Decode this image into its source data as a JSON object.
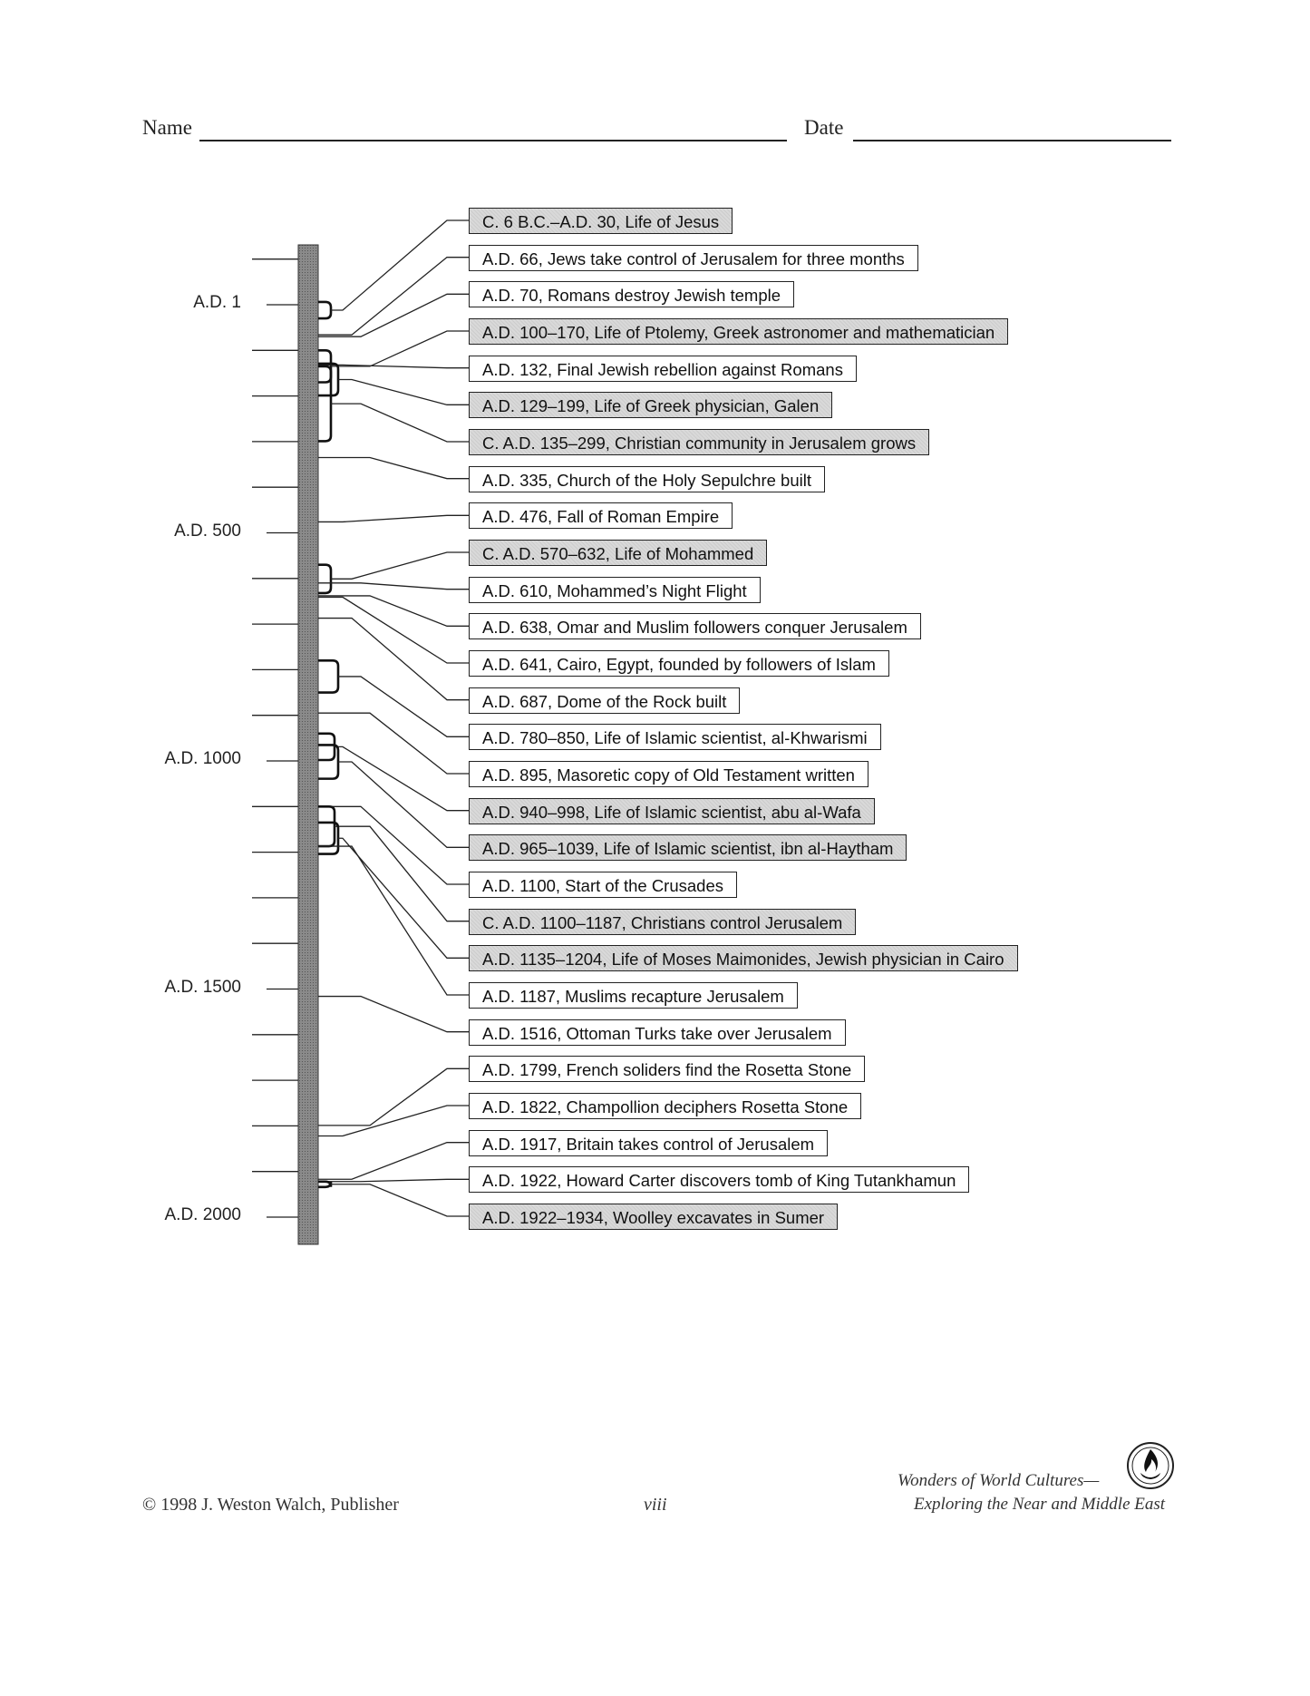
{
  "header": {
    "name_label": "Name",
    "date_label": "Date"
  },
  "axis": {
    "labels": [
      "A.D. 1",
      "A.D. 500",
      "A.D. 1000",
      "A.D. 1500",
      "A.D. 2000"
    ],
    "label_years": [
      0,
      500,
      1000,
      1500,
      2000
    ],
    "range": [
      -100,
      2050
    ],
    "tick_interval_years": 100
  },
  "events": [
    {
      "label": "C. 6 B.C.–A.D. 30, Life of Jesus",
      "shaded": true,
      "from": -6,
      "to": 30
    },
    {
      "label": "A.D. 66, Jews take control of Jerusalem for three months",
      "shaded": false,
      "from": 66
    },
    {
      "label": "A.D. 70, Romans destroy Jewish temple",
      "shaded": false,
      "from": 70
    },
    {
      "label": "A.D. 100–170, Life of Ptolemy, Greek astronomer and mathematician",
      "shaded": true,
      "from": 100,
      "to": 170
    },
    {
      "label": "A.D. 132, Final Jewish rebellion against Romans",
      "shaded": false,
      "from": 132
    },
    {
      "label": "A.D. 129–199, Life of Greek physician, Galen",
      "shaded": true,
      "from": 129,
      "to": 199
    },
    {
      "label": "C. A.D. 135–299, Christian community in Jerusalem grows",
      "shaded": true,
      "from": 135,
      "to": 299
    },
    {
      "label": "A.D. 335, Church of the Holy Sepulchre built",
      "shaded": false,
      "from": 335
    },
    {
      "label": "A.D. 476, Fall of Roman Empire",
      "shaded": false,
      "from": 476
    },
    {
      "label": "C. A.D. 570–632, Life of Mohammed",
      "shaded": true,
      "from": 570,
      "to": 632
    },
    {
      "label": "A.D. 610, Mohammed’s Night Flight",
      "shaded": false,
      "from": 610
    },
    {
      "label": "A.D. 638, Omar and Muslim followers conquer Jerusalem",
      "shaded": false,
      "from": 638
    },
    {
      "label": "A.D. 641, Cairo, Egypt, founded by followers of Islam",
      "shaded": false,
      "from": 641
    },
    {
      "label": "A.D. 687, Dome of the Rock built",
      "shaded": false,
      "from": 687
    },
    {
      "label": "A.D. 780–850, Life of Islamic scientist, al-Khwarismi",
      "shaded": false,
      "from": 780,
      "to": 850
    },
    {
      "label": "A.D. 895, Masoretic copy of Old Testament written",
      "shaded": false,
      "from": 895
    },
    {
      "label": "A.D. 940–998, Life of Islamic scientist, abu al-Wafa",
      "shaded": true,
      "from": 940,
      "to": 998
    },
    {
      "label": "A.D. 965–1039, Life of Islamic scientist, ibn al-Haytham",
      "shaded": true,
      "from": 965,
      "to": 1039
    },
    {
      "label": "A.D. 1100, Start of the Crusades",
      "shaded": false,
      "from": 1100
    },
    {
      "label": "C. A.D. 1100–1187, Christians control Jerusalem",
      "shaded": true,
      "from": 1100,
      "to": 1187
    },
    {
      "label": "A.D. 1135–1204, Life of Moses Maimonides, Jewish physician in Cairo",
      "shaded": true,
      "from": 1135,
      "to": 1204
    },
    {
      "label": "A.D. 1187, Muslims recapture Jerusalem",
      "shaded": false,
      "from": 1187
    },
    {
      "label": "A.D. 1516, Ottoman Turks take over Jerusalem",
      "shaded": false,
      "from": 1516
    },
    {
      "label": "A.D. 1799, French soliders find the Rosetta Stone",
      "shaded": false,
      "from": 1799
    },
    {
      "label": "A.D. 1822, Champollion deciphers Rosetta Stone",
      "shaded": false,
      "from": 1822
    },
    {
      "label": "A.D. 1917, Britain takes control of Jerusalem",
      "shaded": false,
      "from": 1917
    },
    {
      "label": "A.D. 1922, Howard Carter discovers tomb of King Tutankhamun",
      "shaded": false,
      "from": 1922
    },
    {
      "label": "A.D. 1922–1934, Woolley excavates in Sumer",
      "shaded": true,
      "from": 1922,
      "to": 1934
    }
  ],
  "footer": {
    "copyright": "© 1998 J. Weston Walch, Publisher",
    "page_number": "viii",
    "book_title": "Wonders of World Cultures—",
    "book_subtitle": "Exploring the Near and Middle East"
  },
  "colors": {
    "ink": "#222222",
    "shaded_box": "#d9d9d9"
  }
}
